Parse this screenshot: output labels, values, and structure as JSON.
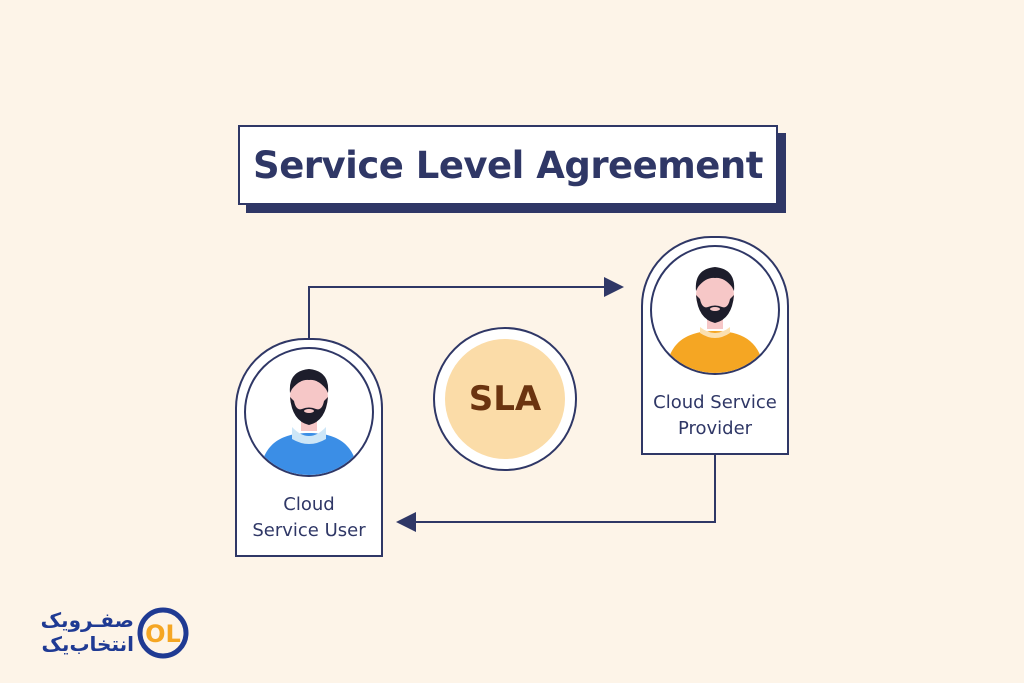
{
  "title": "Service Level Agreement",
  "user_card": {
    "line1": "Cloud",
    "line2": "Service User",
    "shirt_color": "#3b8ee6"
  },
  "provider_card": {
    "line1": "Cloud Service",
    "line2": "Provider",
    "shirt_color": "#f5a623"
  },
  "center": {
    "label": "SLA",
    "fill_color": "#fbdca8",
    "text_color": "#6b3410"
  },
  "logo": {
    "line1": "صفـرویک",
    "line2": "انتخاب‌یک",
    "mark": "OL",
    "color": "#1f3a93",
    "accent": "#f5a623"
  },
  "colors": {
    "background": "#fdf4e8",
    "outline": "#2f3766"
  }
}
